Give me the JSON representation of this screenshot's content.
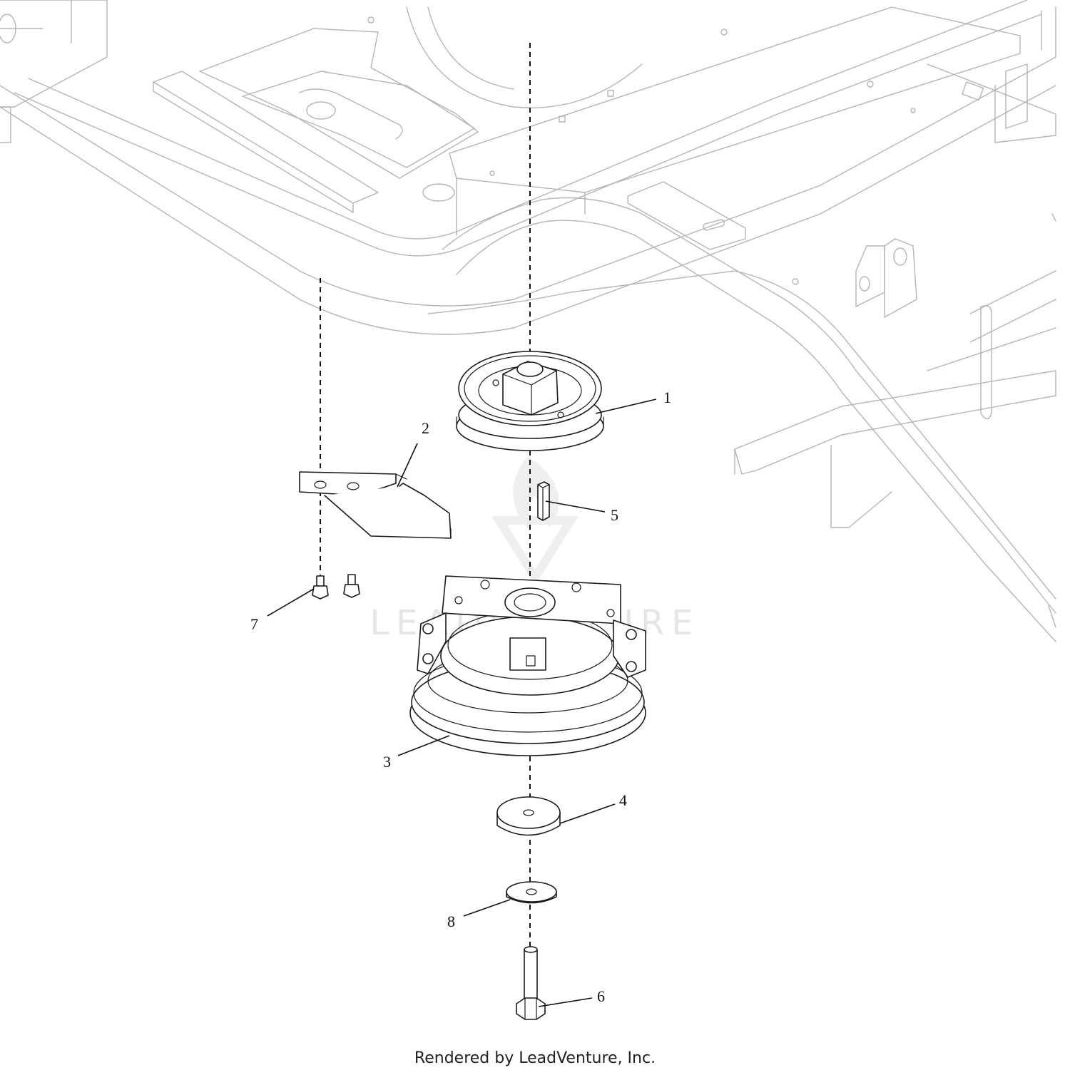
{
  "watermark": {
    "text": "LEADVENTURE",
    "icon": "leadventure-flame-logo-icon"
  },
  "callouts": [
    {
      "id": "1",
      "label": "1"
    },
    {
      "id": "2",
      "label": "2"
    },
    {
      "id": "3",
      "label": "3"
    },
    {
      "id": "4",
      "label": "4"
    },
    {
      "id": "5",
      "label": "5"
    },
    {
      "id": "6",
      "label": "6"
    },
    {
      "id": "7",
      "label": "7"
    },
    {
      "id": "8",
      "label": "8"
    }
  ],
  "footer": {
    "text": "Rendered by LeadVenture, Inc."
  },
  "colors": {
    "frame_stroke": "#b5b5b5",
    "part_stroke": "#1a1a1a",
    "watermark": "#e6e6e6"
  }
}
